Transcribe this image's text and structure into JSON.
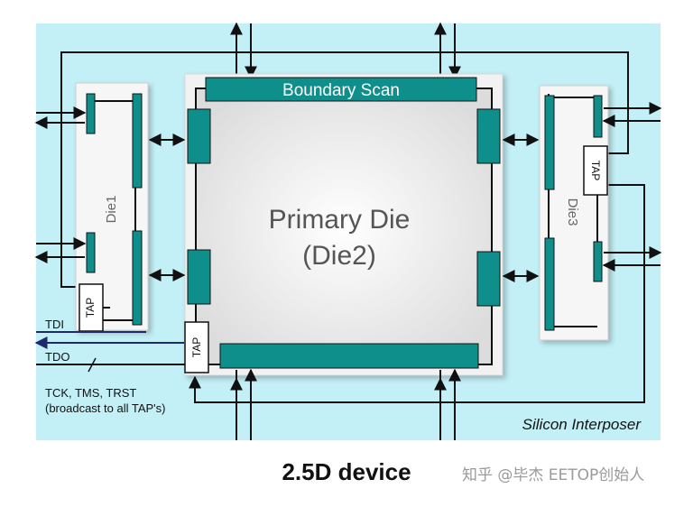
{
  "caption": "2.5D device",
  "watermark": "知乎 @毕杰 EETOP创始人",
  "labels": {
    "boundary_scan": "Boundary Scan",
    "primary_die_line1": "Primary Die",
    "primary_die_line2": "(Die2)",
    "die1": "Die1",
    "die3": "Die3",
    "tap": "TAP",
    "tdi": "TDI",
    "tdo": "TDO",
    "signals_line1": "TCK, TMS, TRST",
    "signals_line2": "(broadcast to all TAP's)",
    "interposer": "Silicon Interposer"
  },
  "colors": {
    "interposer_bg": "#c3eff6",
    "teal": "#0f8f8b",
    "line": "#111111",
    "navy": "#1d2a6b"
  }
}
